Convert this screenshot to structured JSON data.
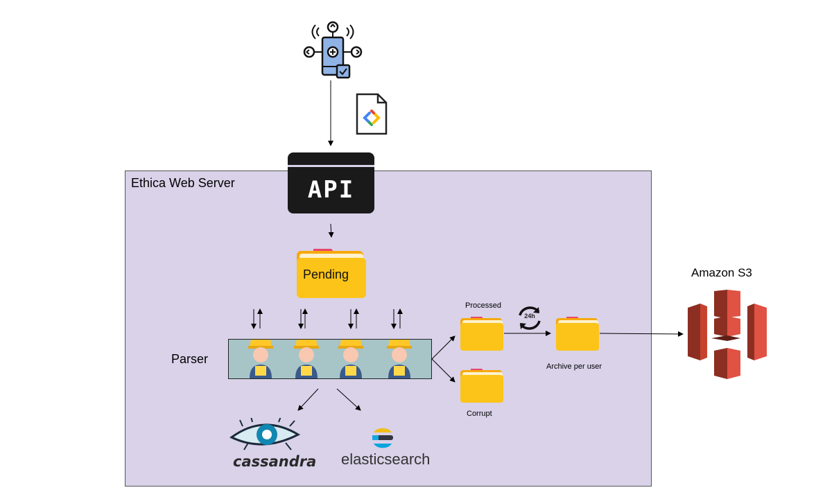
{
  "diagram": {
    "server_label": "Ethica Web Server",
    "api_label": "API",
    "pending_label": "Pending",
    "parser_label": "Parser",
    "processed_label": "Processed",
    "corrupt_label": "Corrupt",
    "archive_label": "Archive per user",
    "s3_label": "Amazon S3",
    "cassandra_label": "cassandra",
    "elasticsearch_label": "elasticsearch",
    "schedule_label": "24h"
  },
  "colors": {
    "server_bg": "#d9d2e9",
    "parser_bg": "#a7c4c7",
    "folder_yellow": "#fcc419",
    "folder_tab": "#e8456b",
    "s3_red": "#c7412f",
    "api_black": "#1a1a1a"
  },
  "icons": [
    "mobile-device-icon",
    "json-file-icon",
    "folder-icon",
    "worker-icon",
    "sync-24h-icon",
    "amazon-s3-icon",
    "cassandra-logo-icon",
    "elasticsearch-logo-icon"
  ]
}
